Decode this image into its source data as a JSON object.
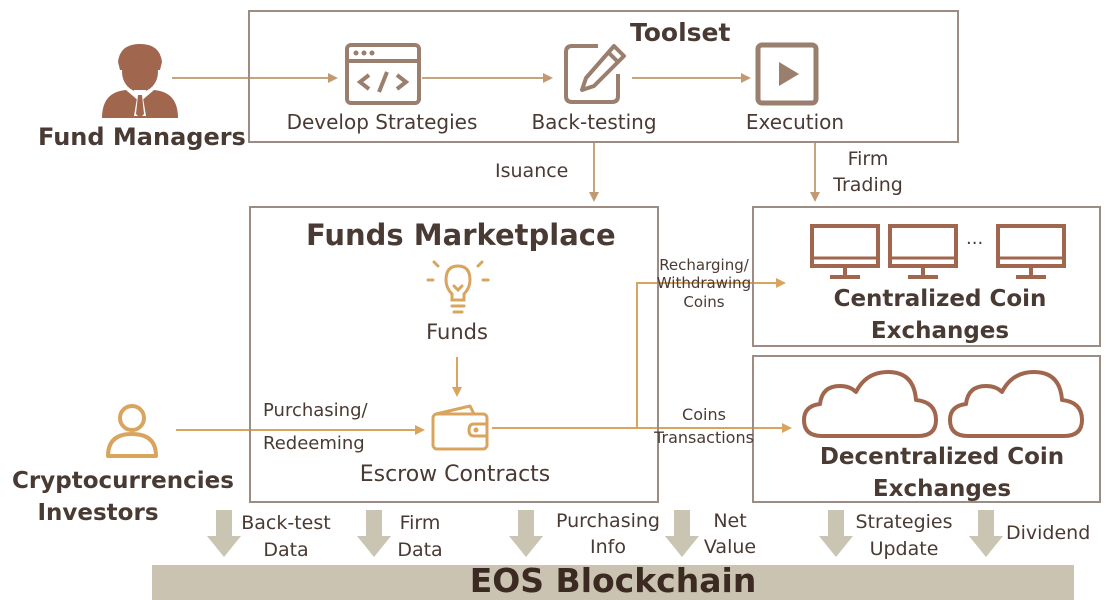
{
  "toolset": {
    "title": "Toolset",
    "steps": [
      "Develop Strategies",
      "Back-testing",
      "Execution"
    ]
  },
  "actors": {
    "fund_managers": "Fund Managers",
    "investors_line1": "Cryptocurrencies",
    "investors_line2": "Investors"
  },
  "marketplace": {
    "title": "Funds Marketplace",
    "funds": "Funds",
    "escrow": "Escrow Contracts"
  },
  "centralized": {
    "line1": "Centralized Coin",
    "line2": "Exchanges",
    "ellipsis": "..."
  },
  "decentralized": {
    "line1": "Decentralized Coin",
    "line2": "Exchanges"
  },
  "flows": {
    "issuance": "Isuance",
    "firm_trading_1": "Firm",
    "firm_trading_2": "Trading",
    "recharging_1": "Recharging/",
    "recharging_2": "Withdrawing",
    "recharging_3": "Coins",
    "purchasing_1": "Purchasing/",
    "purchasing_2": "Redeeming",
    "coins_tx_1": "Coins",
    "coins_tx_2": "Transactions"
  },
  "chain_inputs": [
    {
      "l1": "Back-test",
      "l2": "Data"
    },
    {
      "l1": "Firm",
      "l2": "Data"
    },
    {
      "l1": "Purchasing",
      "l2": "Info"
    },
    {
      "l1": "Net",
      "l2": "Value"
    },
    {
      "l1": "Strategies",
      "l2": "Update"
    },
    {
      "l1": "Dividend",
      "l2": ""
    }
  ],
  "blockchain": "EOS Blockchain",
  "colors": {
    "accent": "#d9a45e",
    "line": "#c5a47e",
    "icon": "#9a7e6e",
    "person": "#a0674e",
    "border": "#9c8d84",
    "chain_bar": "#cbc3b2",
    "chain_arrow": "#cac4b2"
  }
}
